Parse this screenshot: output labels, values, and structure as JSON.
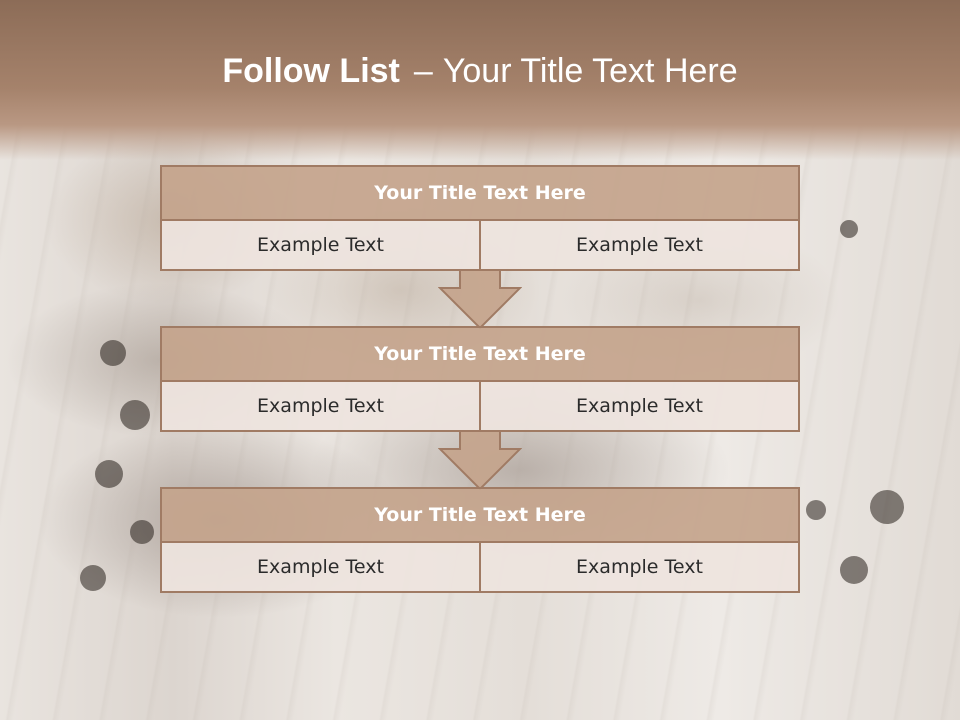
{
  "slide": {
    "title_bold": "Follow List",
    "title_sep": "–",
    "title_rest": "Your Title Text Here"
  },
  "blocks": [
    {
      "title": "Your Title Text Here",
      "left": "Example Text",
      "right": "Example Text"
    },
    {
      "title": "Your Title Text Here",
      "left": "Example Text",
      "right": "Example Text"
    },
    {
      "title": "Your Title Text Here",
      "left": "Example Text",
      "right": "Example Text"
    }
  ],
  "colors": {
    "header_brown": "#8c6c57",
    "block_title_fill": "#c4a48c",
    "block_border": "#a07b64",
    "cell_fill": "#eee4de"
  }
}
